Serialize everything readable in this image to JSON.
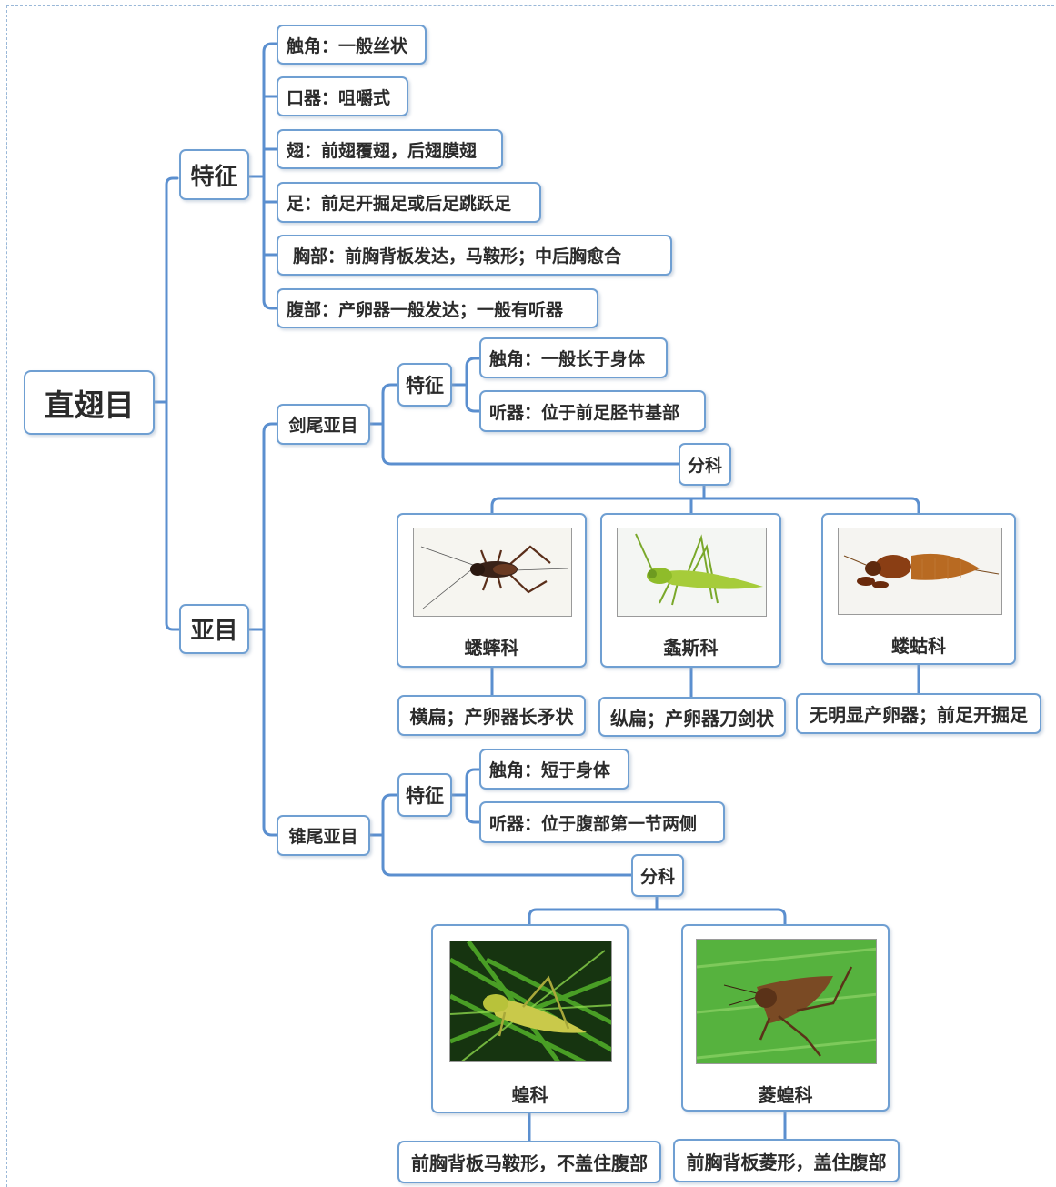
{
  "root": "直翅目",
  "features": {
    "label": "特征",
    "items": [
      "触角：一般丝状",
      "口器：咀嚼式",
      "翅：前翅覆翅，后翅膜翅",
      "足：前足开掘足或后足跳跃足",
      "胸部：前胸背板发达，马鞍形；中后胸愈合",
      "腹部：产卵器一般发达；一般有听器"
    ]
  },
  "suborders": {
    "label": "亚目",
    "ensifera": {
      "label": "剑尾亚目",
      "features_label": "特征",
      "features": [
        "触角：一般长于身体",
        "听器：位于前足胫节基部"
      ],
      "families_label": "分科",
      "families": [
        {
          "name": "蟋蟀科",
          "note": "横扁；产卵器长矛状"
        },
        {
          "name": "螽斯科",
          "note": "纵扁；产卵器刀剑状"
        },
        {
          "name": "蝼蛄科",
          "note": "无明显产卵器；前足开掘足"
        }
      ]
    },
    "caelifera": {
      "label": "锥尾亚目",
      "features_label": "特征",
      "features": [
        "触角：短于身体",
        "听器：位于腹部第一节两侧"
      ],
      "families_label": "分科",
      "families": [
        {
          "name": "蝗科",
          "note": "前胸背板马鞍形，不盖住腹部"
        },
        {
          "name": "菱蝗科",
          "note": "前胸背板菱形，盖住腹部"
        }
      ]
    }
  },
  "colors": {
    "line": "#5b8fcf",
    "border": "#6f9fd2"
  }
}
